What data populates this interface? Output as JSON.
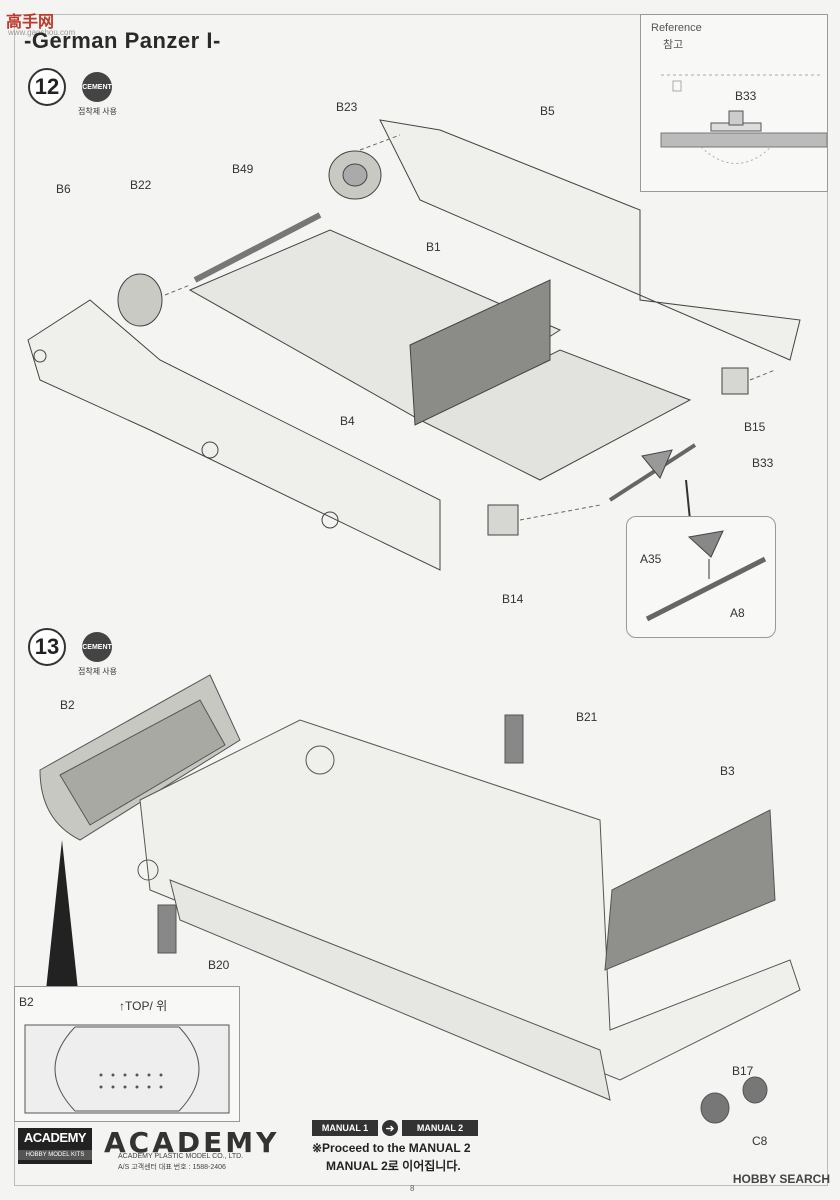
{
  "watermark": {
    "brand": "高手网",
    "site": "www.gaoshou.com"
  },
  "page_title": "-German Panzer I-",
  "reference": {
    "title_en": "Reference",
    "title_ko": "참고",
    "part": "B33"
  },
  "step12": {
    "number": "12",
    "cement_label": "CEMENT",
    "cement_text": "접착제 사용",
    "parts": {
      "b23": "B23",
      "b5": "B5",
      "b49": "B49",
      "b22": "B22",
      "b6": "B6",
      "b1": "B1",
      "b4": "B4",
      "b15": "B15",
      "b33": "B33",
      "b14": "B14",
      "a35": "A35",
      "a8": "A8"
    }
  },
  "step13": {
    "number": "13",
    "cement_label": "CEMENT",
    "cement_text": "접착제 사용",
    "parts": {
      "b2": "B2",
      "b21": "B21",
      "b3": "B3",
      "b20": "B20",
      "b17": "B17",
      "c8": "C8"
    }
  },
  "b2_box": {
    "label": "B2",
    "top_label": "↑TOP/ 위"
  },
  "footer": {
    "logo_top": "ACADEMY",
    "logo_bottom": "HOBBY MODEL KITS",
    "brand": "ACADEMY",
    "brand_sub1": "ACADEMY PLASTIC MODEL CO., LTD.",
    "brand_sub2": "A/S 고객센터 대표 번호 : 1588-2406",
    "manual1": "MANUAL 1",
    "manual2": "MANUAL 2",
    "proceed_en": "※Proceed to the MANUAL 2",
    "proceed_ko": "MANUAL 2로 이어집니다.",
    "page": "8",
    "site": "HOBBY SEARCH"
  }
}
